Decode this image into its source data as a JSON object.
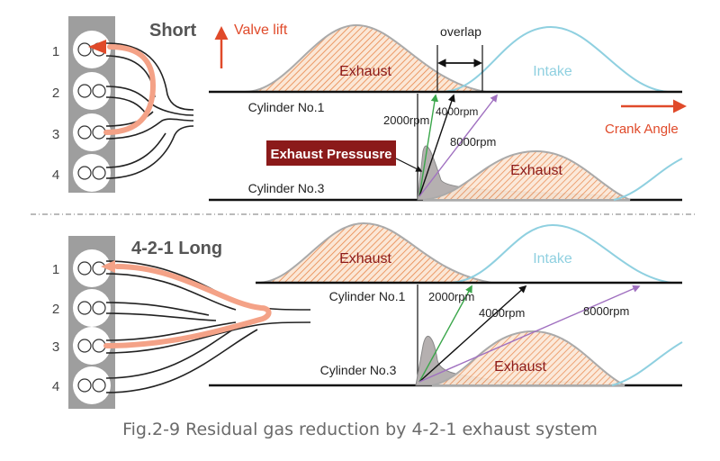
{
  "top_panel": {
    "title": "Short",
    "valve_lift_label": "Valve lift",
    "crank_angle_label": "Crank Angle",
    "overlap_label": "overlap",
    "exhaust_label": "Exhaust",
    "intake_label": "Intake",
    "cylinder1_label": "Cylinder No.1",
    "cylinder3_label": "Cylinder No.3",
    "exhaust_pressure_label": "Exhaust Pressusre",
    "exhaust3_label": "Exhaust",
    "rpm_labels": [
      "2000rpm",
      "4000rpm",
      "8000rpm"
    ]
  },
  "bottom_panel": {
    "title": "4-2-1 Long",
    "exhaust_label": "Exhaust",
    "intake_label": "Intake",
    "cylinder1_label": "Cylinder No.1",
    "cylinder3_label": "Cylinder No.3",
    "exhaust3_label": "Exhaust",
    "rpm_labels": [
      "2000rpm",
      "4000rpm",
      "8000rpm"
    ]
  },
  "cylinder_numbers": [
    "1",
    "2",
    "3",
    "4"
  ],
  "caption": "Fig.2-9 Residual gas reduction by 4-2-1 exhaust system",
  "colors": {
    "exhaust_orange": "#f0955f",
    "intake_cyan": "#8fd0e0",
    "arrow_red": "#e04a2a",
    "pressure_box": "#8b1a1a",
    "rpm2000": "#3aa64a",
    "rpm4000": "#111111",
    "rpm8000": "#a070c0",
    "pipe_highlight": "#f4a287"
  }
}
